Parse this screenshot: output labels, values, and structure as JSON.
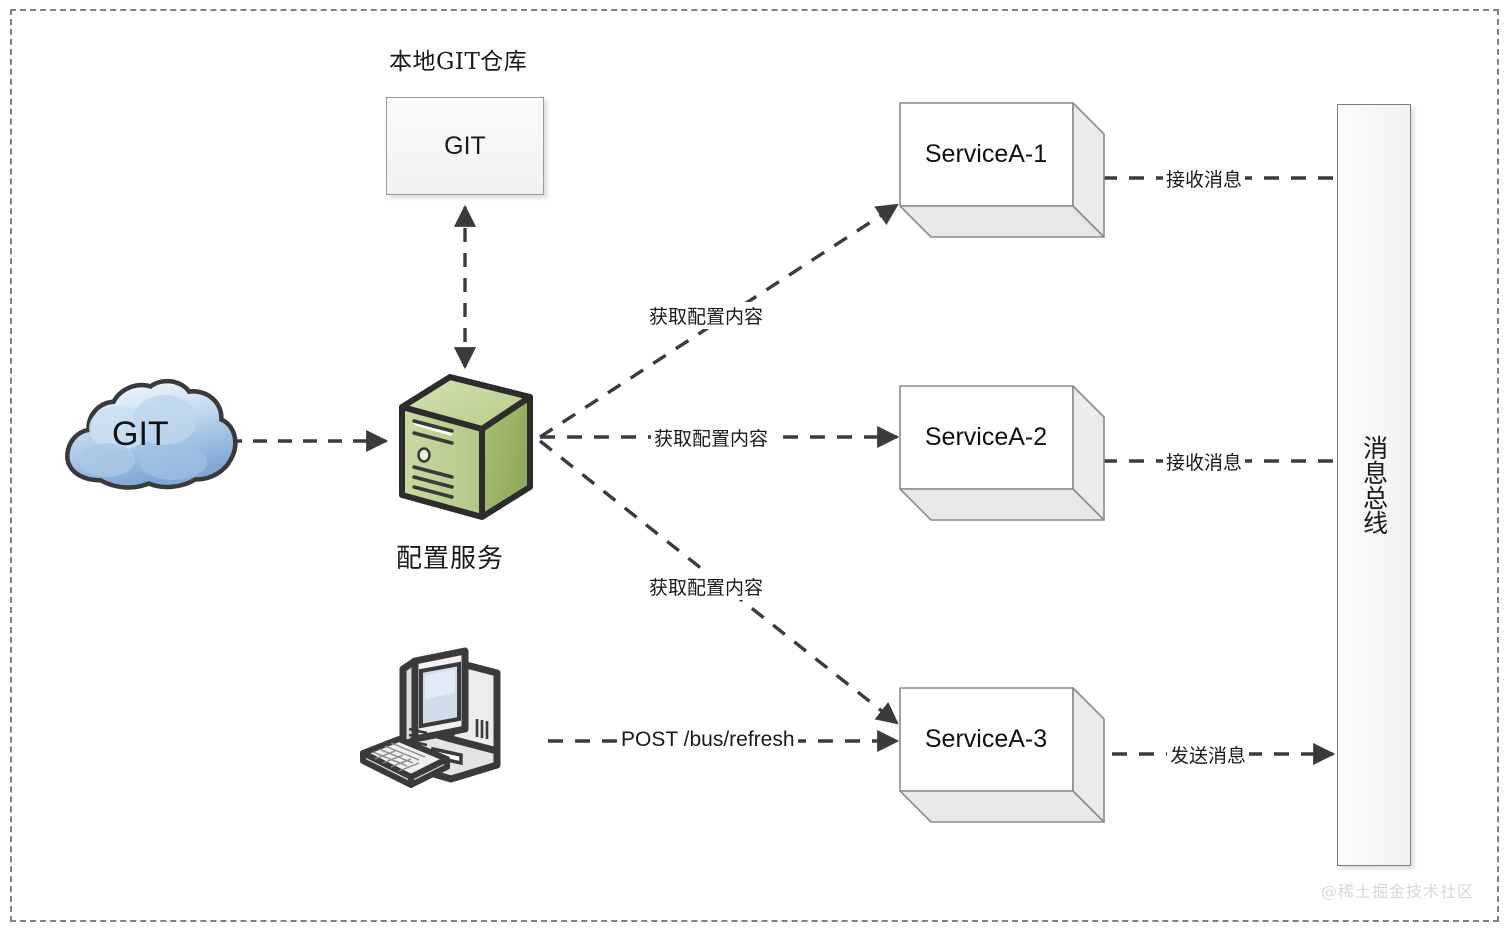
{
  "diagram": {
    "title_local_git": "本地GIT仓库",
    "git_box_label": "GIT",
    "cloud_label": "GIT",
    "config_service_label": "配置服务",
    "message_bus_label": "消息总线",
    "watermark": "@稀土掘金技术社区",
    "services": [
      {
        "id": "service-a-1",
        "label": "ServiceA-1"
      },
      {
        "id": "service-a-2",
        "label": "ServiceA-2"
      },
      {
        "id": "service-a-3",
        "label": "ServiceA-3"
      }
    ],
    "edges": [
      {
        "id": "cloud-to-config",
        "label": ""
      },
      {
        "id": "config-to-git",
        "label": ""
      },
      {
        "id": "config-to-service-1",
        "label": "获取配置内容"
      },
      {
        "id": "config-to-service-2",
        "label": "获取配置内容"
      },
      {
        "id": "config-to-service-3",
        "label": "获取配置内容"
      },
      {
        "id": "pc-to-service-3",
        "label": "POST /bus/refresh"
      },
      {
        "id": "bus-to-service-1",
        "label": "接收消息"
      },
      {
        "id": "bus-to-service-2",
        "label": "接收消息"
      },
      {
        "id": "service-3-to-bus",
        "label": "发送消息"
      }
    ],
    "colors": {
      "server_green": "#aec47e",
      "cloud_blue": "#a9c7e6",
      "line": "#3b3b3b",
      "frame": "#808080"
    }
  }
}
